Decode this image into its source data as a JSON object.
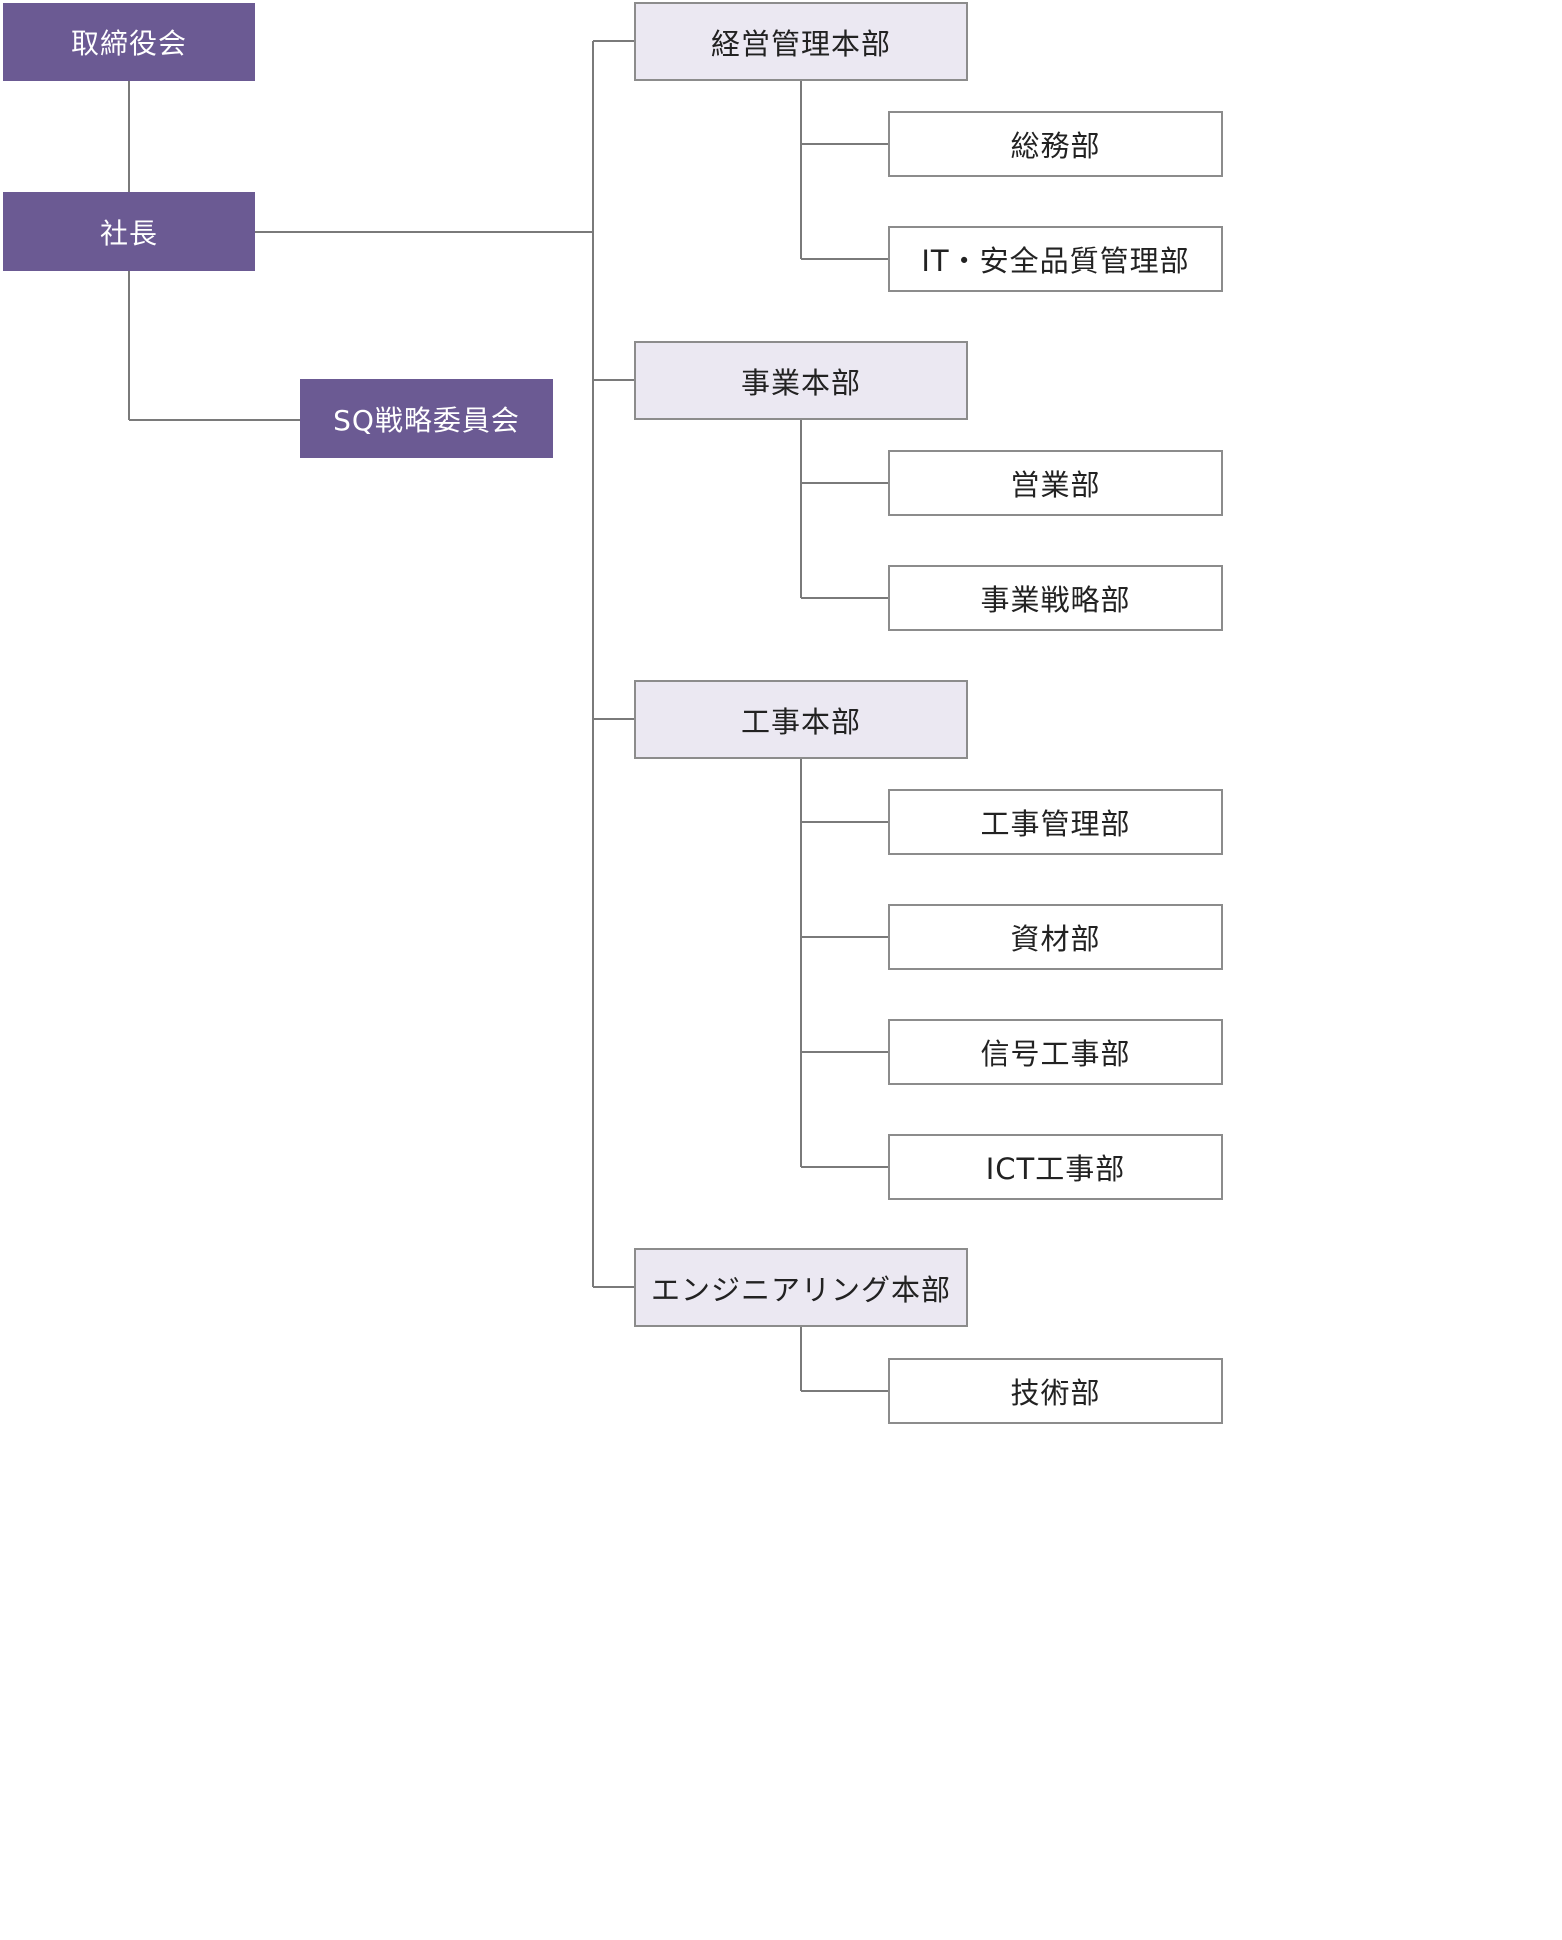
{
  "colors": {
    "executive_fill": "#6b5a93",
    "executive_text": "#ffffff",
    "hq_fill": "#ebe8f2",
    "border": "#8c8c8c",
    "line": "#7a7a7a"
  },
  "executive": {
    "board": "取締役会",
    "president": "社長",
    "sq_committee": "SQ戦略委員会"
  },
  "headquarters": [
    {
      "name": "経営管理本部",
      "departments": [
        "総務部",
        "IT・安全品質管理部"
      ]
    },
    {
      "name": "事業本部",
      "departments": [
        "営業部",
        "事業戦略部"
      ]
    },
    {
      "name": "工事本部",
      "departments": [
        "工事管理部",
        "資材部",
        "信号工事部",
        "ICT工事部"
      ]
    },
    {
      "name": "エンジニアリング本部",
      "departments": [
        "技術部"
      ]
    }
  ]
}
